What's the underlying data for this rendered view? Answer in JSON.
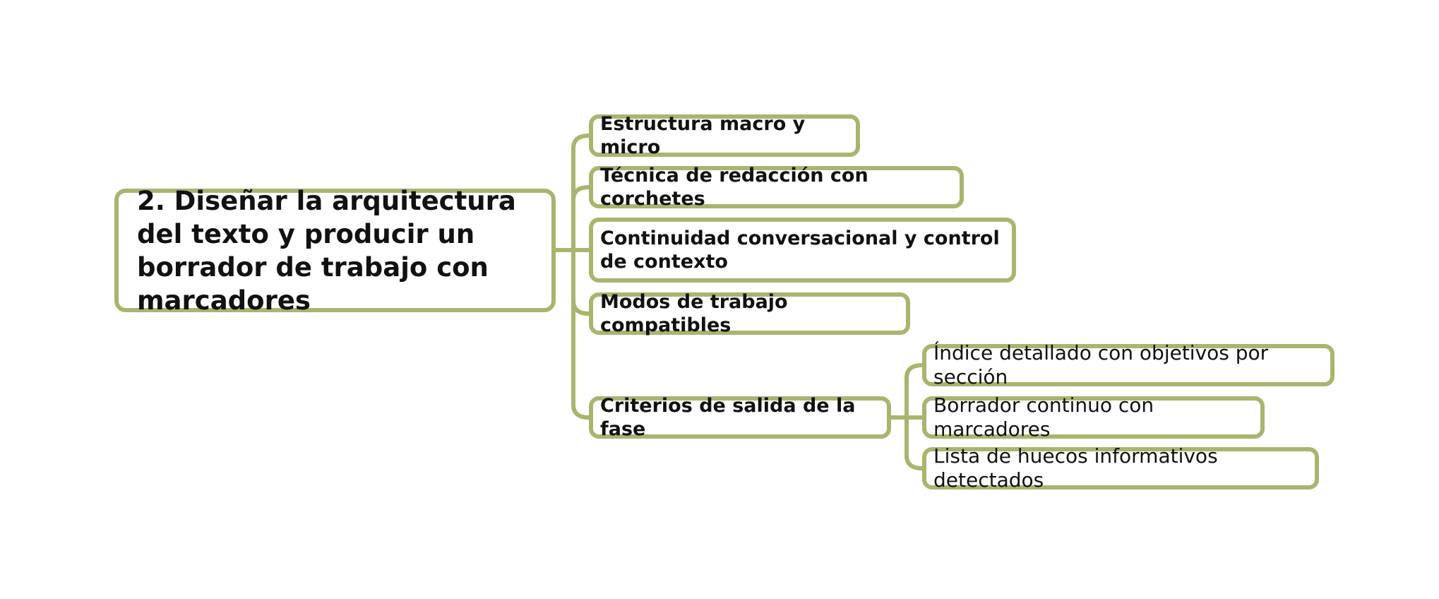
{
  "colors": {
    "branch": "#a9b56e",
    "node_fill": "#ffffff",
    "text": "#111111"
  },
  "root": {
    "label": "2. Diseñar la arquitectura del texto y producir un borrador de trabajo con marcadores"
  },
  "subtopics": [
    {
      "label": "Estructura macro y micro"
    },
    {
      "label": "Técnica de redacción con corchetes"
    },
    {
      "label": "Continuidad conversacional y control de contexto"
    },
    {
      "label": "Modos de trabajo compatibles"
    },
    {
      "label": "Criterios de salida de la fase",
      "children": [
        {
          "label": "Índice detallado con objetivos por sección"
        },
        {
          "label": "Borrador continuo con marcadores"
        },
        {
          "label": "Lista de huecos informativos detectados"
        }
      ]
    }
  ]
}
